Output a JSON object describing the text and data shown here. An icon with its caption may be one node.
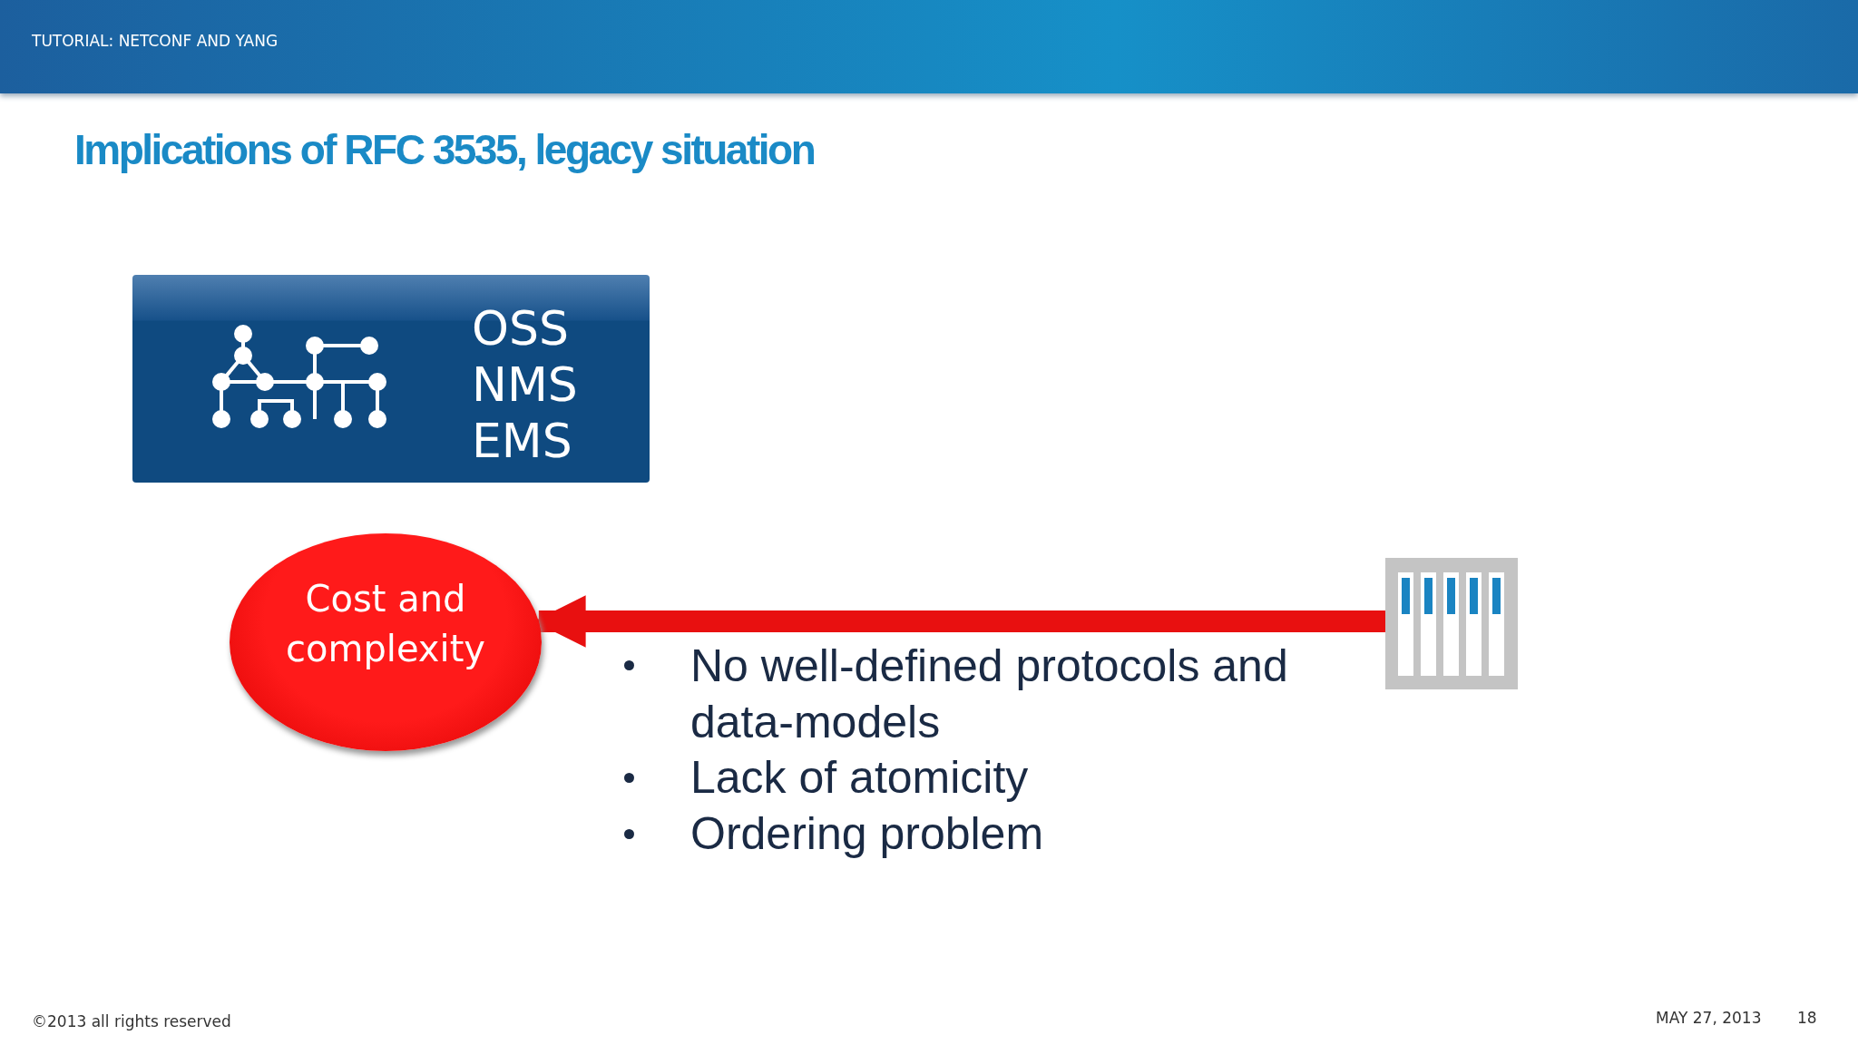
{
  "diagram": {
    "title": "Implications of RFC 3535, legacy situation",
    "nodes": [
      {
        "text": [
          "OSS NMS EMS"
        ]
      },
      {
        "text": [
          "Cost and complexity"
        ]
      },
      {
        "text": [],
        "shape": "picture"
      }
    ],
    "edges": [
      {
        "from": 2,
        "to": 1,
        "arrow": "to"
      }
    ],
    "labels": [
      "TUTORIAL: NETCONF AND YANG",
      "No well-defined protocols and data-models",
      "Lack of atomicity",
      "Ordering problem",
      "©2013 all rights reserved",
      "MAY 27, 2013",
      "18"
    ]
  }
}
